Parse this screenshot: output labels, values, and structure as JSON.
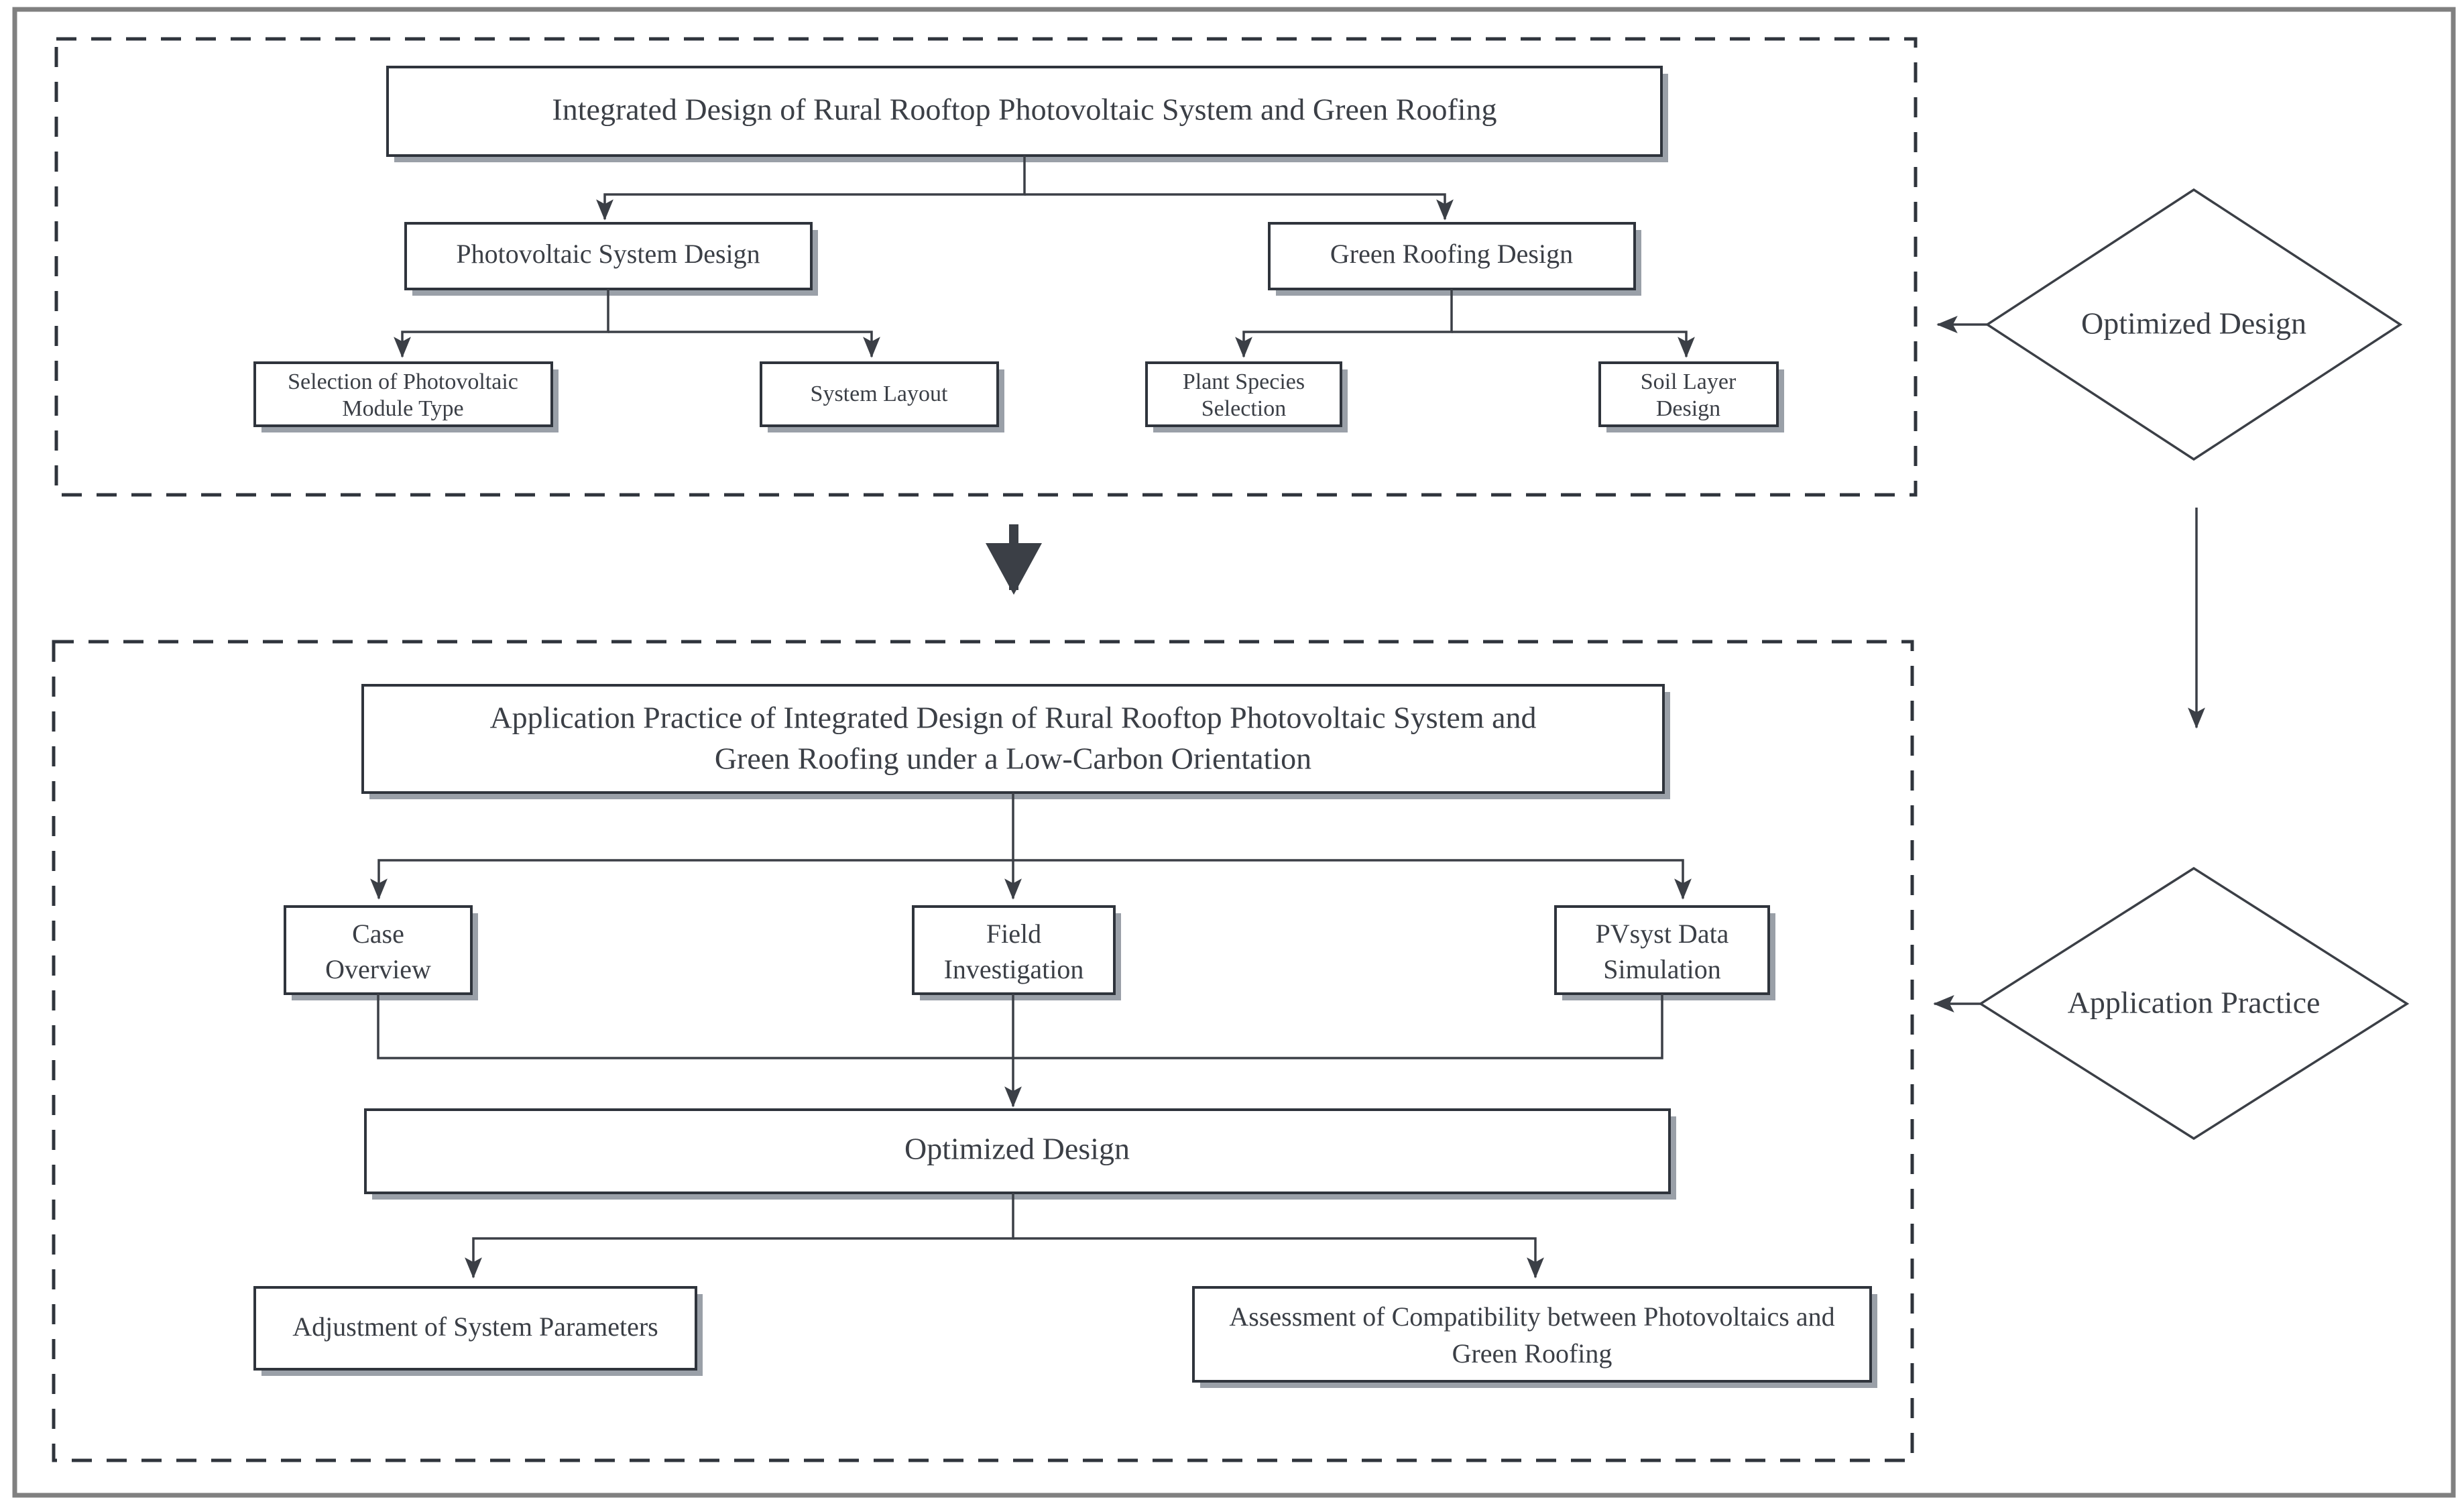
{
  "figure": {
    "title": "Integrated Design and Application Practice Flowchart",
    "colors": {
      "outer_frame": "#808080",
      "dashed_group": "#2f343c",
      "box_stroke": "#2f343c",
      "box_fill": "#ffffff",
      "text": "#3b3f46",
      "shadow": "#9aa0a8"
    }
  },
  "section_design": {
    "name": "Integrated Design",
    "root": {
      "label": "Integrated Design of Rural Rooftop Photovoltaic System and Green Roofing"
    },
    "branches": [
      {
        "label": "Photovoltaic System Design",
        "children": [
          {
            "label_line1": "Selection of Photovoltaic",
            "label_line2": "Module Type"
          },
          {
            "label_line1": "System Layout",
            "label_line2": ""
          }
        ]
      },
      {
        "label": "Green Roofing Design",
        "children": [
          {
            "label_line1": "Plant Species",
            "label_line2": "Selection"
          },
          {
            "label_line1": "Soil Layer",
            "label_line2": "Design"
          }
        ]
      }
    ],
    "marker": {
      "label": "Optimized Design"
    }
  },
  "section_practice": {
    "name": "Application Practice",
    "root": {
      "label_line1": "Application Practice of Integrated Design of Rural Rooftop Photovoltaic System and",
      "label_line2": "Green Roofing under a Low-Carbon Orientation"
    },
    "steps": [
      {
        "label_line1": "Case",
        "label_line2": "Overview"
      },
      {
        "label_line1": "Field",
        "label_line2": "Investigation"
      },
      {
        "label_line1": "PVsyst Data",
        "label_line2": "Simulation"
      }
    ],
    "merge": {
      "label": "Optimized Design"
    },
    "outcomes": [
      {
        "label_line1": "Adjustment of System Parameters",
        "label_line2": ""
      },
      {
        "label_line1": "Assessment of Compatibility between Photovoltaics and",
        "label_line2": "Green Roofing"
      }
    ],
    "marker": {
      "label": "Application Practice"
    }
  }
}
